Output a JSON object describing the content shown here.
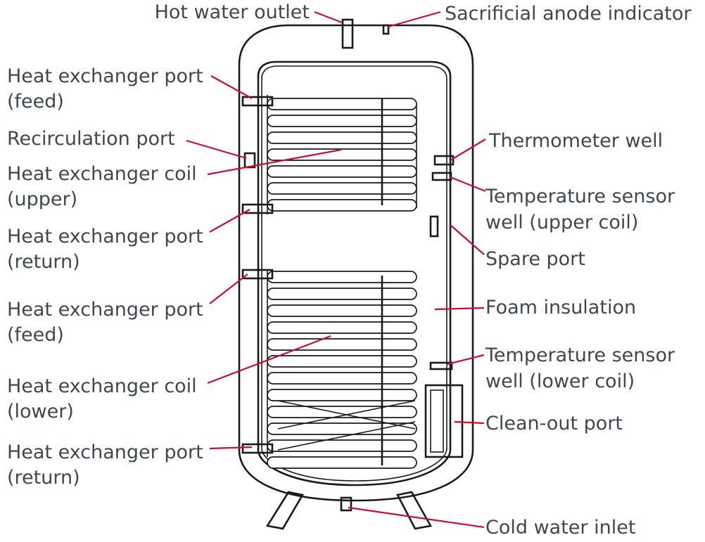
{
  "labels": {
    "hot_water_outlet": "Hot water outlet",
    "sacrificial_anode": "Sacrificial anode indicator",
    "hx_port_feed_upper_1": "Heat exchanger port",
    "hx_port_feed_upper_2": "(feed)",
    "recirculation_port": "Recirculation port",
    "hx_coil_upper_1": "Heat exchanger coil",
    "hx_coil_upper_2": "(upper)",
    "hx_port_return_upper_1": "Heat exchanger port",
    "hx_port_return_upper_2": "(return)",
    "hx_port_feed_lower_1": "Heat exchanger port",
    "hx_port_feed_lower_2": "(feed)",
    "hx_coil_lower_1": "Heat exchanger coil",
    "hx_coil_lower_2": "(lower)",
    "hx_port_return_lower_1": "Heat exchanger port",
    "hx_port_return_lower_2": "(return)",
    "thermometer_well": "Thermometer well",
    "temp_sensor_upper_1": "Temperature sensor",
    "temp_sensor_upper_2": "well (upper coil)",
    "spare_port": "Spare port",
    "foam_insulation": "Foam insulation",
    "temp_sensor_lower_1": "Temperature sensor",
    "temp_sensor_lower_2": "well (lower coil)",
    "clean_out_port": "Clean-out port",
    "cold_water_inlet": "Cold water inlet"
  },
  "colors": {
    "label_text": "#3f4750",
    "leader_line": "#c8102e",
    "drawing": "#1a1a1a"
  }
}
